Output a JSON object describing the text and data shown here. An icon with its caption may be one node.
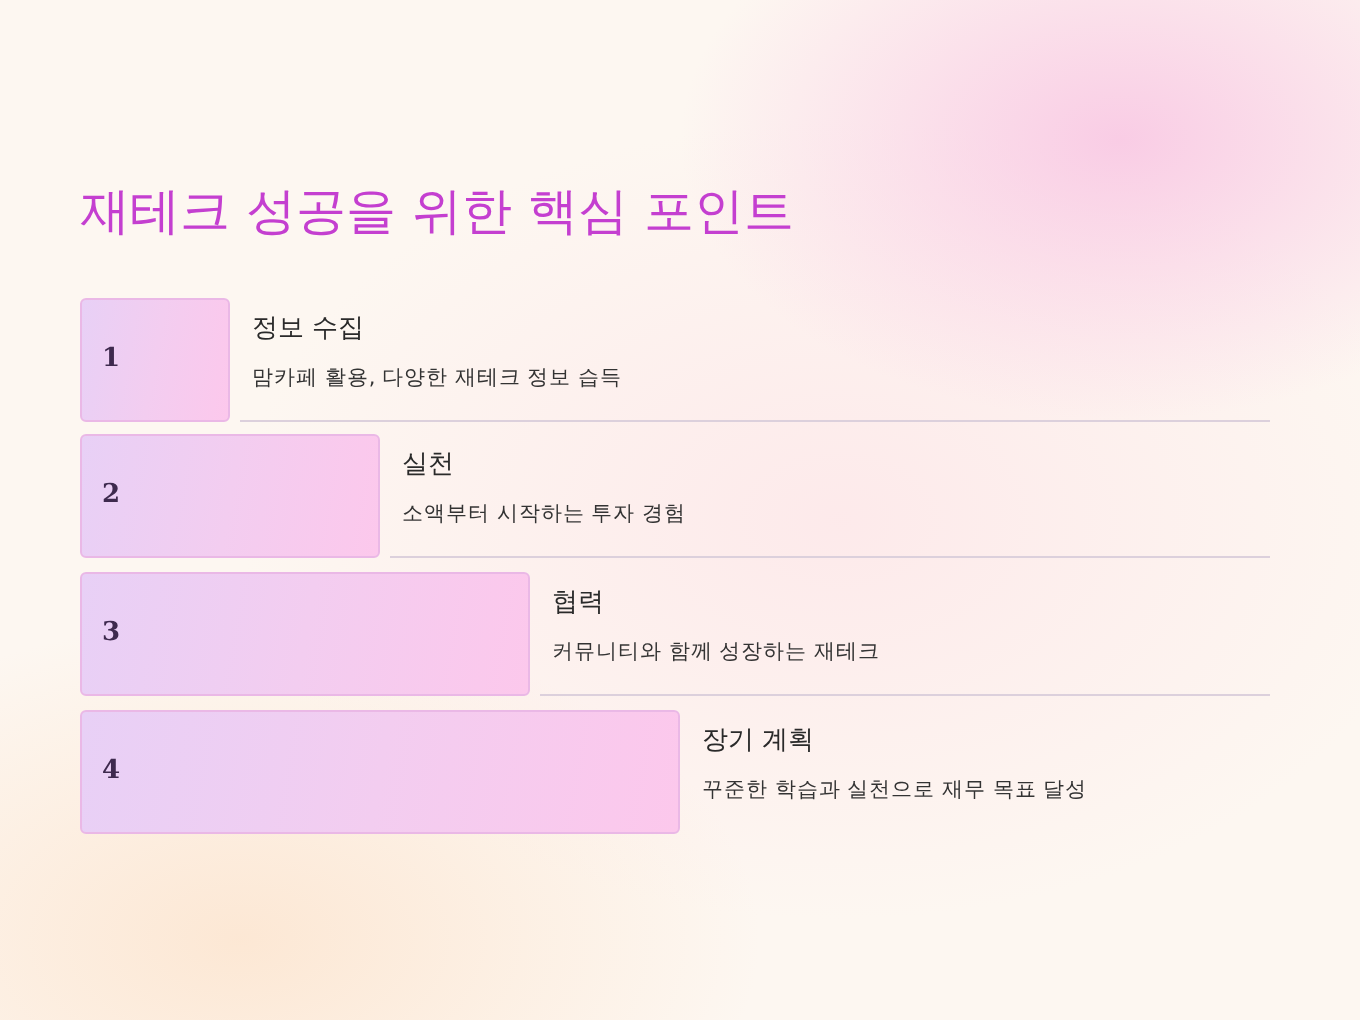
{
  "diagram": {
    "title": "재테크 성공을 위한 핵심 포인트",
    "nodes": [
      {
        "text": [
          "1"
        ],
        "beside": [
          "정보 수집",
          "맘카페 활용, 다양한 재테크 정보 습득"
        ]
      },
      {
        "text": [
          "2"
        ],
        "beside": [
          "실천",
          "소액부터 시작하는 투자 경험"
        ]
      },
      {
        "text": [
          "3"
        ],
        "beside": [
          "협력",
          "커뮤니티와 함께 성장하는 재테크"
        ]
      },
      {
        "text": [
          "4"
        ],
        "beside": [
          "장기 계획",
          "꾸준한 학습과 실천으로 재무 목표 달성"
        ]
      }
    ],
    "edges": []
  }
}
